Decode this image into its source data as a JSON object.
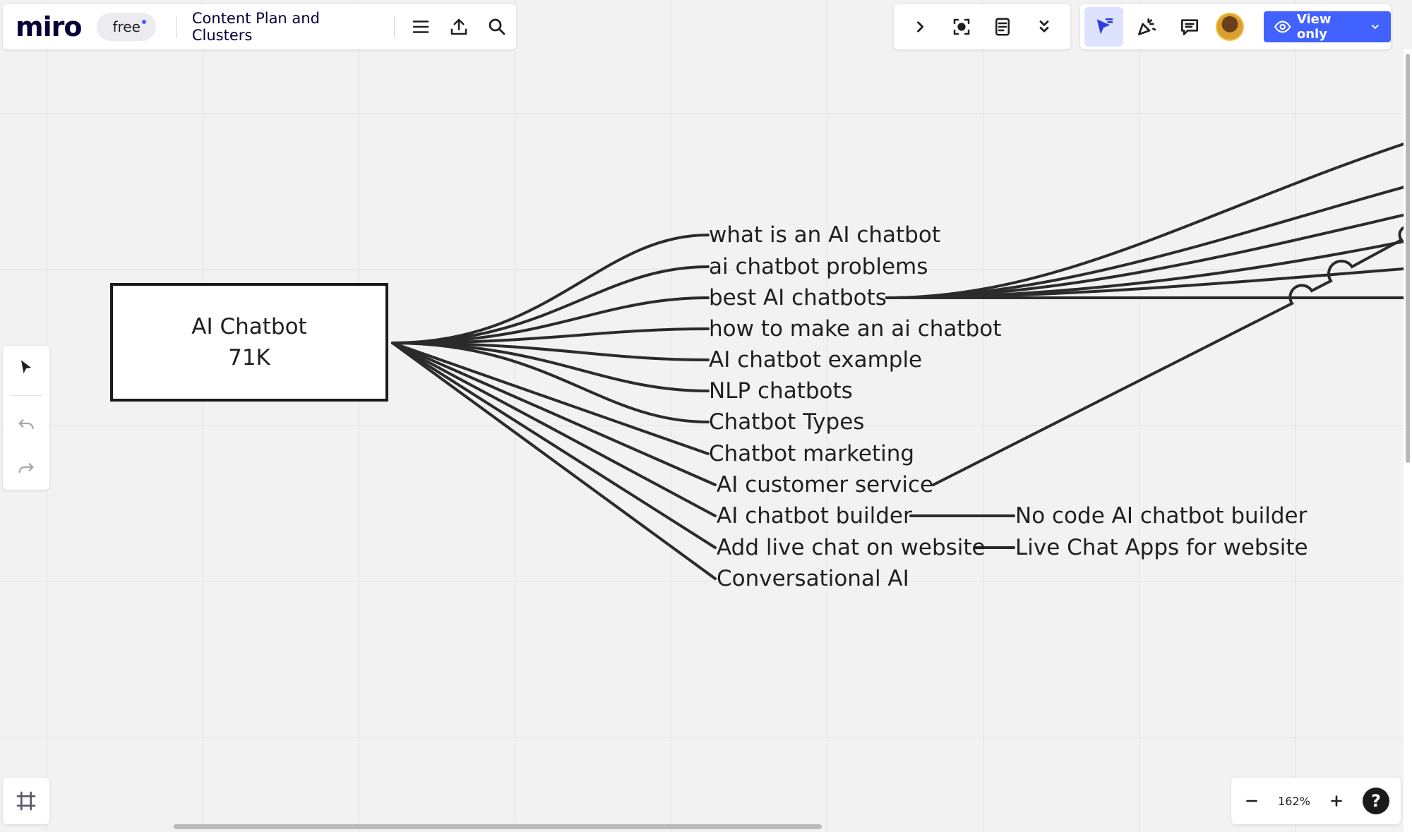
{
  "header": {
    "logo": "miro",
    "plan_badge": "free",
    "board_title": "Content Plan and Clusters",
    "view_mode_label": "View only"
  },
  "icons": {
    "menu": "hamburger-menu-icon",
    "export": "upload-icon",
    "search": "search-icon",
    "collapse": "chevron-right-icon",
    "focus": "focus-frame-icon",
    "notes": "notes-icon",
    "more": "double-chevron-down-icon",
    "cursor": "select-cursor-icon",
    "reactions": "celebrate-icon",
    "comments": "comment-icon",
    "eye": "eye-icon",
    "undo": "undo-icon",
    "redo": "redo-icon",
    "frames": "frames-icon"
  },
  "mindmap": {
    "root": {
      "title": "AI Chatbot",
      "volume": "71K"
    },
    "branches": [
      "what is an AI chatbot",
      "ai chatbot problems",
      "best AI chatbots",
      "how to make an ai chatbot",
      "AI chatbot example",
      "NLP chatbots",
      "Chatbot Types",
      "Chatbot marketing",
      "AI customer service",
      "AI chatbot builder",
      "Add live chat on website",
      "Conversational AI"
    ],
    "sub_branches": [
      "No code AI chatbot builder",
      "Live Chat Apps for website"
    ]
  },
  "zoom": {
    "level": "162%"
  },
  "help": {
    "label": "?"
  },
  "colors": {
    "accent": "#4262ff",
    "canvas": "#f2f2f2",
    "line": "#2b2b2b"
  }
}
